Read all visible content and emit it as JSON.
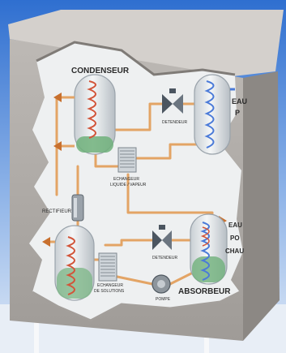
{
  "labels": {
    "condenseur": "CONDENSEUR",
    "detendeur_top": "DETENDEUR",
    "eau_top_line1": "EAU",
    "eau_top_line2": "P",
    "echangeur_lv_line1": "ECHANGEUR",
    "echangeur_lv_line2": "LIQUIDE / VAPEUR",
    "rectifieur": "RECTIFIEUR",
    "eau_right_line1": "EAU",
    "eau_right_line2": "PO",
    "eau_right_line3": "CHAU",
    "detendeur_bottom": "DETENDEUR",
    "echangeur_sol_line1": "ECHANGEUR",
    "echangeur_sol_line2": "DE SOLUTIONS",
    "pompe": "POMPE",
    "absorbeur": "ABSORBEUR"
  },
  "colors": {
    "sky_top": "#2f6fd0",
    "sky_bottom": "#d9e6f6",
    "wall_front": "#b0aca8",
    "wall_side": "#8a8582",
    "wall_top": "#cfcbc7",
    "interior": "#eef0f1",
    "pipe": "#e0a060",
    "coil_red": "#d2553a",
    "coil_blue": "#4a7ad8",
    "liquid_green": "#5aa86a",
    "arrow": "#c8702e"
  }
}
